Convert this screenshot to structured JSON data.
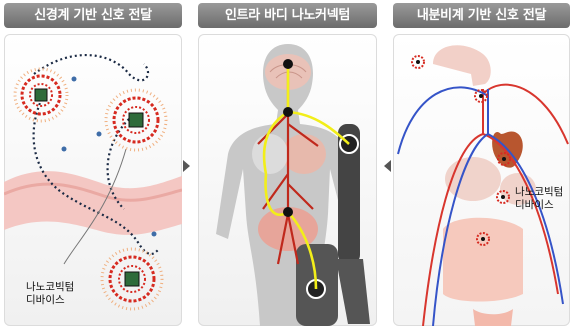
{
  "panels": [
    {
      "title": "신경계 기반 신호 전달",
      "device_label_line1": "나노코빅텀",
      "device_label_line2": "디바이스"
    },
    {
      "title": "인트라 바디 나노커넥텀"
    },
    {
      "title": "내분비계 기반 신호 전달",
      "device_label_line1": "나노코빅텀",
      "device_label_line2": "디바이스"
    }
  ],
  "colors": {
    "title_bg": "#7a7a7a",
    "nerve": "#c0281c",
    "signal": "#f2ee1a",
    "artery": "#d8362e",
    "vein": "#3554c8"
  }
}
